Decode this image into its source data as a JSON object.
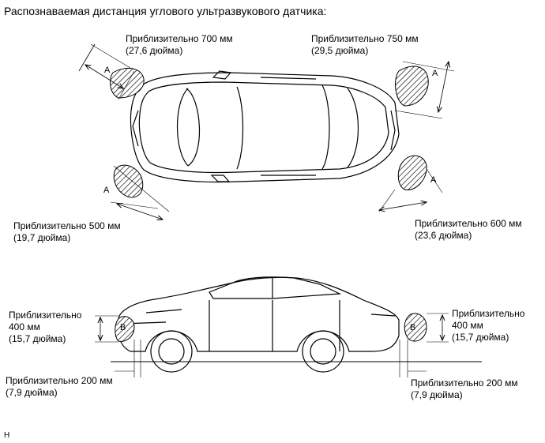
{
  "title": "Распознаваемая дистанция углового ультразвукового датчика:",
  "top_view": {
    "front_left": {
      "line1": "Приблизительно 700 мм",
      "line2": "(27,6 дюйма)",
      "zone": "A"
    },
    "front_right": {
      "line1": "Приблизительно 750 мм",
      "line2": "(29,5 дюйма)",
      "zone": "A"
    },
    "rear_left": {
      "line1": "Приблизительно 500 мм",
      "line2": "(19,7 дюйма)",
      "zone": "A"
    },
    "rear_right": {
      "line1": "Приблизительно 600 мм",
      "line2": "(23,6 дюйма)",
      "zone": "A"
    }
  },
  "side_view": {
    "front_height": {
      "line1": "Приблизительно",
      "line2": "400 мм",
      "line3": "(15,7 дюйма)",
      "zone": "B"
    },
    "rear_height": {
      "line1": "Приблизительно",
      "line2": "400 мм",
      "line3": "(15,7 дюйма)",
      "zone": "B"
    },
    "front_ground": {
      "line1": "Приблизительно 200 мм",
      "line2": "(7,9 дюйма)"
    },
    "rear_ground": {
      "line1": "Приблизительно 200 мм",
      "line2": "(7,9 дюйма)"
    }
  },
  "footer_mark": "H"
}
